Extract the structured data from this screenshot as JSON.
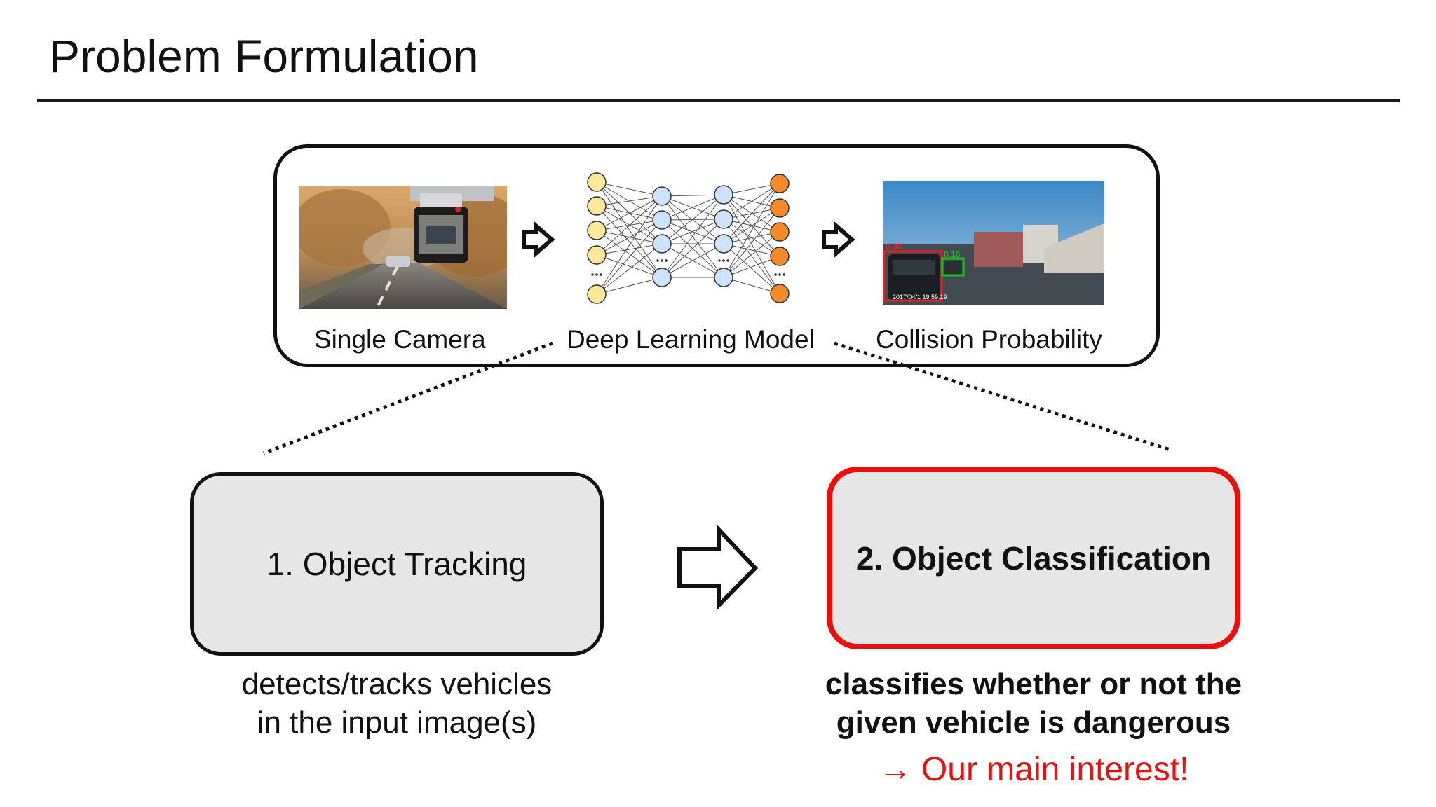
{
  "slide": {
    "title": "Problem Formulation"
  },
  "pipeline": {
    "stages": [
      {
        "label": "Single Camera",
        "icon": "dashcam-photo"
      },
      {
        "label": "Deep Learning Model",
        "icon": "neural-network-diagram"
      },
      {
        "label": "Collision Probability",
        "icon": "detection-screenshot"
      }
    ],
    "detection_screenshot": {
      "box_red_score": "0.90",
      "box_green_score": "0.16",
      "timestamp": "2017/04/1 19:59:19"
    }
  },
  "steps": [
    {
      "label": "1. Object Tracking",
      "description_line1": "detects/tracks vehicles",
      "description_line2": "in the input image(s)"
    },
    {
      "label": "2. Object Classification",
      "description_line1": "classifies whether or not the",
      "description_line2": "given vehicle is dangerous"
    }
  ],
  "interest_note": "→ Our main interest!",
  "colors": {
    "highlight_red": "#ee0d0d",
    "card_gray": "#e6e6e6",
    "nn_input": "#ffe89a",
    "nn_hidden": "#cde3fb",
    "nn_output": "#f58a2b"
  }
}
